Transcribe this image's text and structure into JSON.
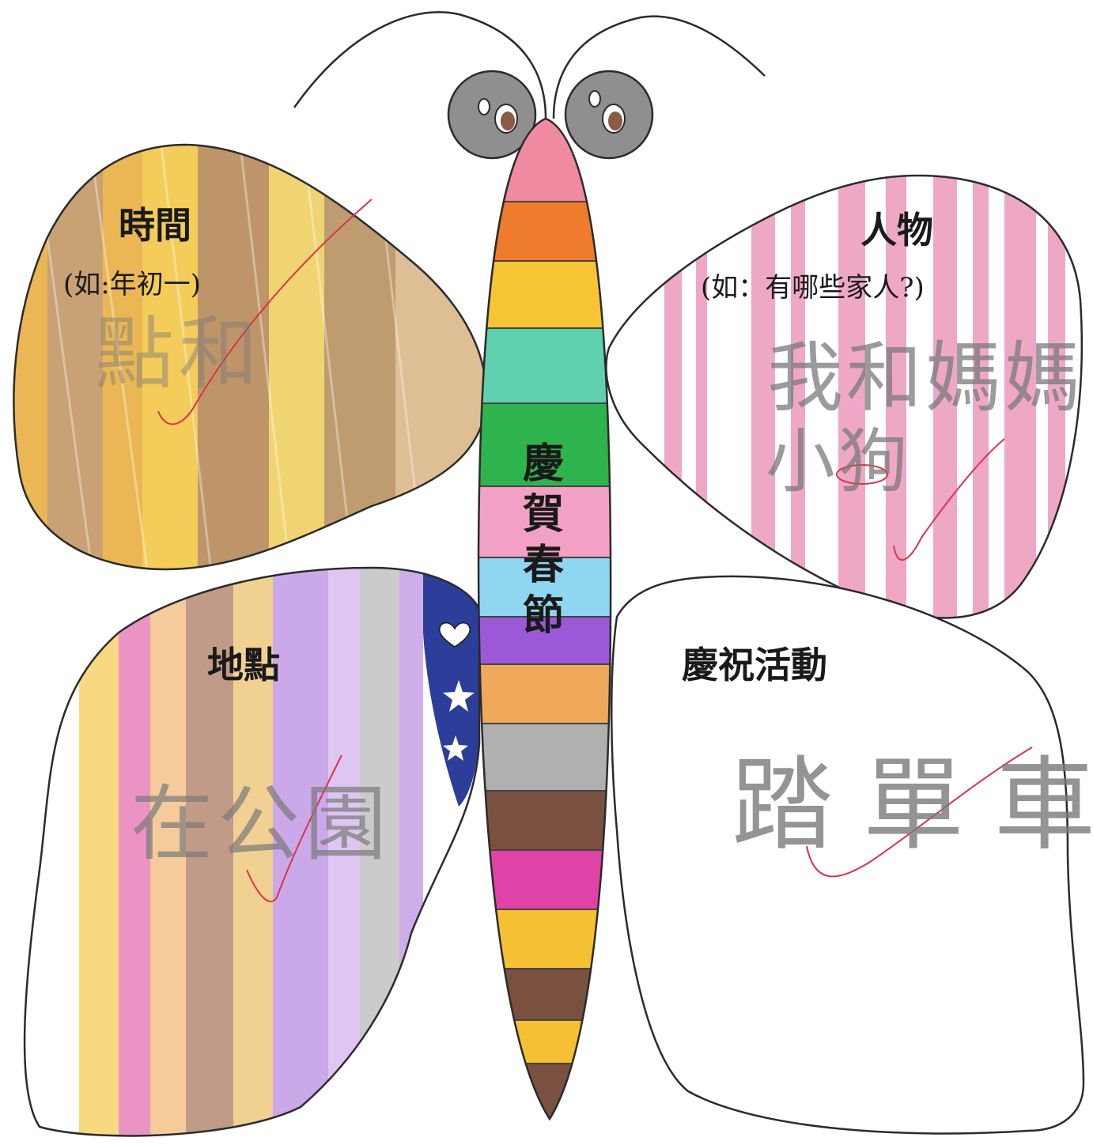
{
  "worksheet": {
    "body_title": "慶賀春節",
    "wings": {
      "time": {
        "label": "時間",
        "hint": "(如:年初一)",
        "answer": "點和"
      },
      "people": {
        "label": "人物",
        "hint": "(如：有哪些家人?)",
        "answer_line1": "我和媽媽",
        "answer_line2": "小狗"
      },
      "place": {
        "label": "地點",
        "answer": "在公園"
      },
      "activity": {
        "label": "慶祝活動",
        "answer": "踏單車"
      }
    }
  },
  "icons": [
    "butterfly-illustration",
    "antenna-icon",
    "eye-icon",
    "check-mark-icon",
    "heart-icon",
    "star-icon"
  ],
  "colors": {
    "outline": "#2b2b2b",
    "time_wing": [
      "#e8b24a",
      "#9a6a4e",
      "#f2d06a"
    ],
    "people_wing": "#e98bb3",
    "place_wing": [
      "#b98be0",
      "#e46fb2",
      "#a77056",
      "#e8b24a"
    ],
    "check_mark": "#d9344a",
    "body_bands": [
      "#f08aa0",
      "#ef7b2d",
      "#f6c435",
      "#5fd1ae",
      "#2fb34d",
      "#f2a0c4",
      "#8fd6f0",
      "#9b59d8",
      "#f0a85a",
      "#b0b0b0",
      "#7a5140",
      "#e043a8",
      "#f5c033",
      "#7a5140",
      "#f5c033",
      "#7a5140"
    ]
  }
}
